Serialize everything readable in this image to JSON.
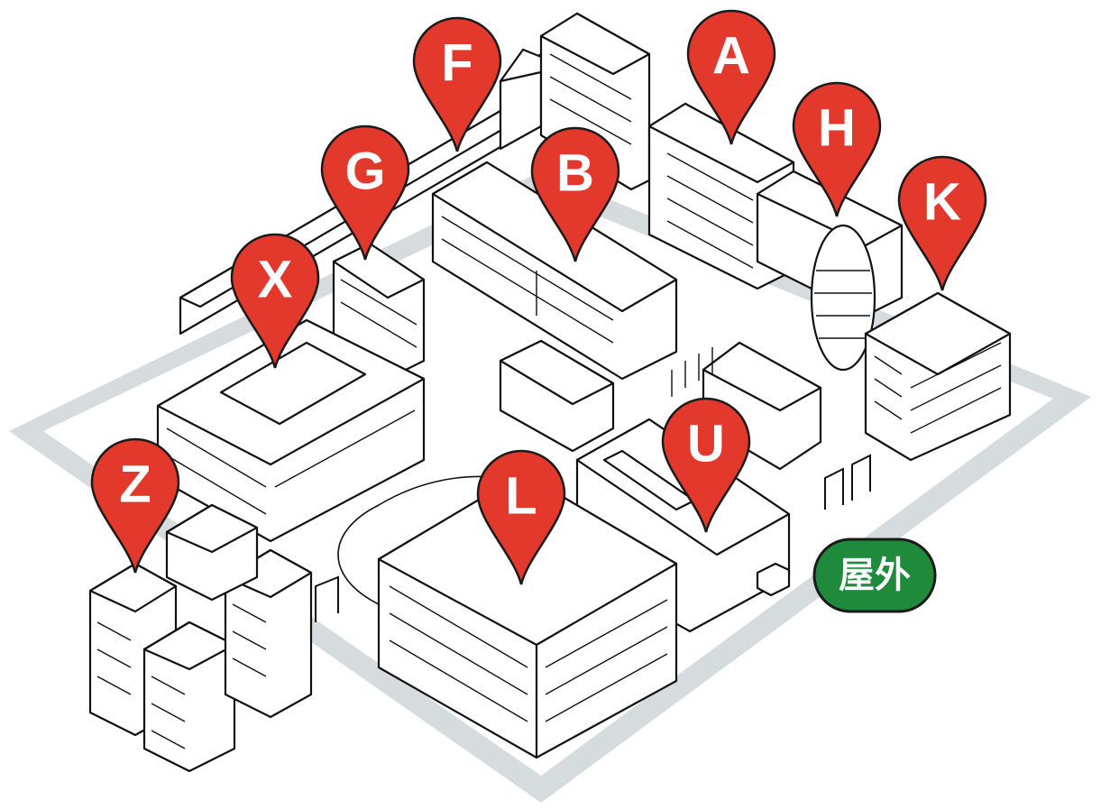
{
  "map": {
    "pins": [
      {
        "id": "F",
        "label": "F"
      },
      {
        "id": "A",
        "label": "A"
      },
      {
        "id": "H",
        "label": "H"
      },
      {
        "id": "G",
        "label": "G"
      },
      {
        "id": "B",
        "label": "B"
      },
      {
        "id": "K",
        "label": "K"
      },
      {
        "id": "X",
        "label": "X"
      },
      {
        "id": "U",
        "label": "U"
      },
      {
        "id": "Z",
        "label": "Z"
      },
      {
        "id": "L",
        "label": "L"
      }
    ],
    "outdoor_badge": {
      "label": "屋外"
    },
    "colors": {
      "pin": "#e2392c",
      "pin_stroke": "#1a1a1a",
      "badge": "#1f8a3c",
      "ground": "#d6dbdd",
      "line": "#111111"
    }
  }
}
